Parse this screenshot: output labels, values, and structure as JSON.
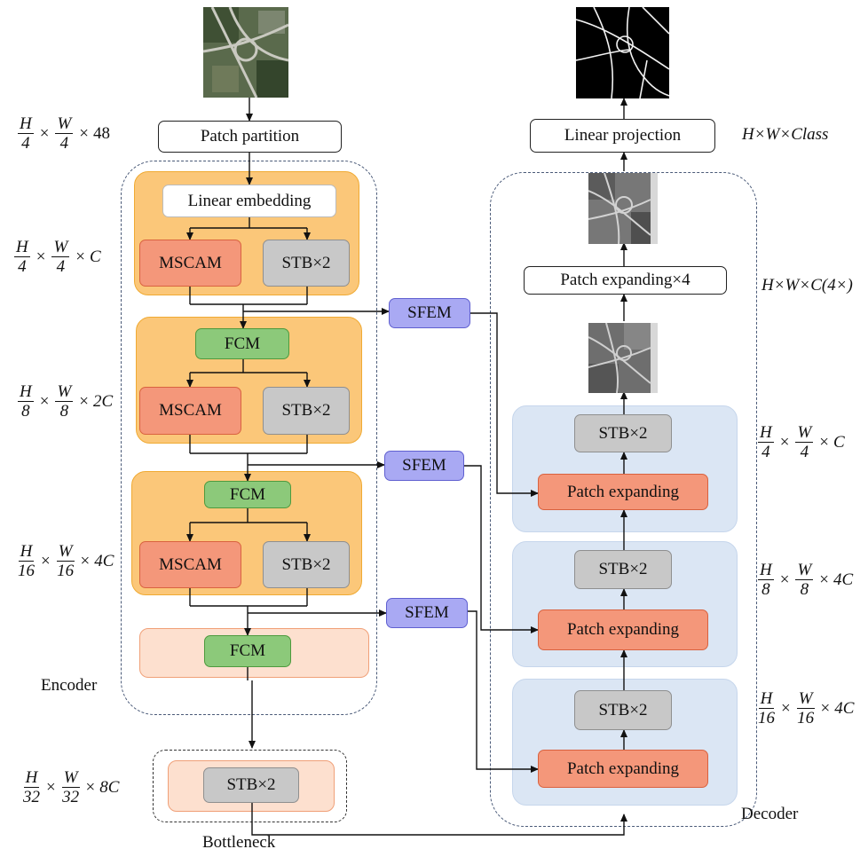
{
  "encoder": {
    "patch_partition": "Patch partition",
    "linear_embedding": "Linear embedding",
    "stage1": {
      "left": "MSCAM",
      "right": "STB×2"
    },
    "stage2": {
      "top": "FCM",
      "left": "MSCAM",
      "right": "STB×2"
    },
    "stage3": {
      "top": "FCM",
      "left": "MSCAM",
      "right": "STB×2"
    },
    "stage4": {
      "top": "FCM"
    },
    "label": "Encoder"
  },
  "bottleneck": {
    "block": "STB×2",
    "label": "Bottleneck"
  },
  "sfem": [
    "SFEM",
    "SFEM",
    "SFEM"
  ],
  "decoder": {
    "linear_projection": "Linear projection",
    "patch_expanding_x4": "Patch expanding×4",
    "stage1": {
      "top": "STB×2",
      "bottom": "Patch expanding"
    },
    "stage2": {
      "top": "STB×2",
      "bottom": "Patch expanding"
    },
    "stage3": {
      "top": "STB×2",
      "bottom": "Patch expanding"
    },
    "label": "Decoder"
  },
  "dims_left": [
    {
      "n1": "H",
      "d1": "4",
      "n2": "W",
      "d2": "4",
      "tail": "48"
    },
    {
      "n1": "H",
      "d1": "4",
      "n2": "W",
      "d2": "4",
      "tail": "C"
    },
    {
      "n1": "H",
      "d1": "8",
      "n2": "W",
      "d2": "8",
      "tail": "2C"
    },
    {
      "n1": "H",
      "d1": "16",
      "n2": "W",
      "d2": "16",
      "tail": "4C"
    },
    {
      "n1": "H",
      "d1": "32",
      "n2": "W",
      "d2": "32",
      "tail": "8C"
    }
  ],
  "dims_right": {
    "top": "H×W×Class",
    "mid": "H×W×C(4×)",
    "fracs": [
      {
        "n1": "H",
        "d1": "4",
        "n2": "W",
        "d2": "4",
        "tail": "C"
      },
      {
        "n1": "H",
        "d1": "8",
        "n2": "W",
        "d2": "8",
        "tail": "4C"
      },
      {
        "n1": "H",
        "d1": "16",
        "n2": "W",
        "d2": "16",
        "tail": "4C"
      }
    ]
  },
  "icons": {
    "input": "aerial-image-icon",
    "output": "road-mask-icon",
    "feature": "feature-map-icon"
  },
  "colors": {
    "mscam": "#f4977a",
    "stb": "#c8c8c8",
    "fcm": "#8cc97a",
    "sfem": "#a9a9f3",
    "encoder_group": "#fbc779",
    "decoder_group": "#dbe6f4"
  }
}
